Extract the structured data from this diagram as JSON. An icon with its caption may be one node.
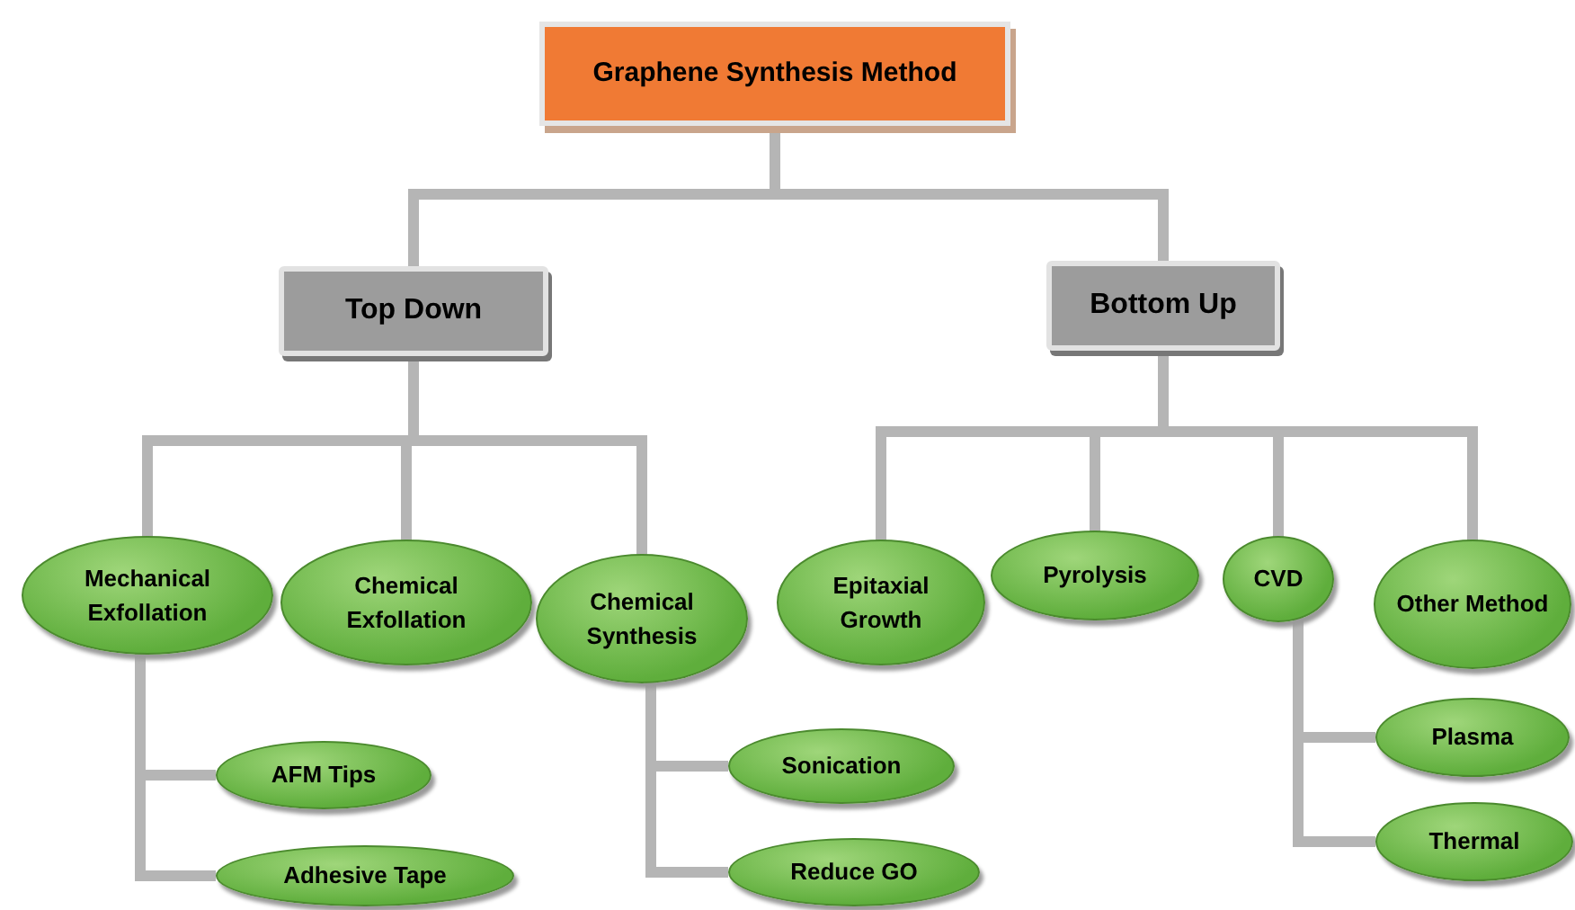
{
  "diagram": {
    "nodes": [
      {
        "text": [
          "Graphene Synthesis Method"
        ]
      },
      {
        "text": [
          "Top Down"
        ]
      },
      {
        "text": [
          "Bottom Up"
        ]
      },
      {
        "text": [
          "Mechanical Exfollation"
        ]
      },
      {
        "text": [
          "Chemical Exfollation"
        ]
      },
      {
        "text": [
          "Chemical Synthesis"
        ]
      },
      {
        "text": [
          "Epitaxial Growth"
        ]
      },
      {
        "text": [
          "Pyrolysis"
        ]
      },
      {
        "text": [
          "CVD"
        ]
      },
      {
        "text": [
          "Other Method"
        ]
      },
      {
        "text": [
          "AFM Tips"
        ]
      },
      {
        "text": [
          "Adhesive Tape"
        ]
      },
      {
        "text": [
          "Sonication"
        ]
      },
      {
        "text": [
          "Reduce GO"
        ]
      },
      {
        "text": [
          "Plasma"
        ]
      },
      {
        "text": [
          "Thermal"
        ]
      }
    ],
    "edges": [
      {
        "from": 0,
        "to": 1,
        "arrow": "none"
      },
      {
        "from": 0,
        "to": 2,
        "arrow": "none"
      },
      {
        "from": 1,
        "to": 3,
        "arrow": "none"
      },
      {
        "from": 1,
        "to": 4,
        "arrow": "none"
      },
      {
        "from": 1,
        "to": 5,
        "arrow": "none"
      },
      {
        "from": 2,
        "to": 6,
        "arrow": "none"
      },
      {
        "from": 2,
        "to": 7,
        "arrow": "none"
      },
      {
        "from": 2,
        "to": 8,
        "arrow": "none"
      },
      {
        "from": 2,
        "to": 9,
        "arrow": "none"
      },
      {
        "from": 3,
        "to": 10,
        "arrow": "none"
      },
      {
        "from": 3,
        "to": 11,
        "arrow": "none"
      },
      {
        "from": 5,
        "to": 12,
        "arrow": "none"
      },
      {
        "from": 5,
        "to": 13,
        "arrow": "none"
      },
      {
        "from": 8,
        "to": 14,
        "arrow": "none"
      },
      {
        "from": 8,
        "to": 15,
        "arrow": "none"
      }
    ]
  }
}
